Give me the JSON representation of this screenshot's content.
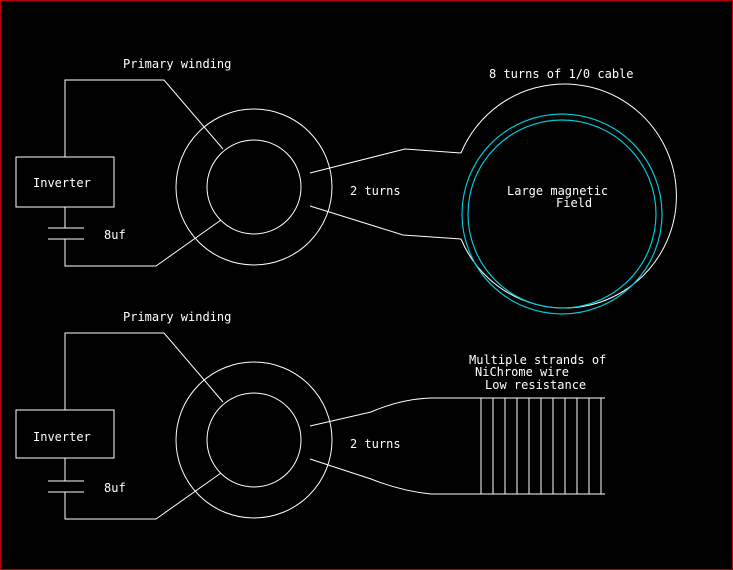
{
  "colors": {
    "background": "#000000",
    "line": "#ffffff",
    "cable": "#00c8d8",
    "frame": "#c00000"
  },
  "top": {
    "primary_label": "Primary winding",
    "inverter_label": "Inverter",
    "capacitor_label": "8uf",
    "turns_label": "2 turns",
    "cable_label": "8 turns of 1/0 cable",
    "field_label_line1": "Large magnetic",
    "field_label_line2": "Field"
  },
  "bottom": {
    "primary_label": "Primary winding",
    "inverter_label": "Inverter",
    "capacitor_label": "8uf",
    "turns_label": "2 turns",
    "strands_line1": "Multiple strands of",
    "strands_line2": "NiChrome wire",
    "strands_line3": "Low resistance"
  }
}
